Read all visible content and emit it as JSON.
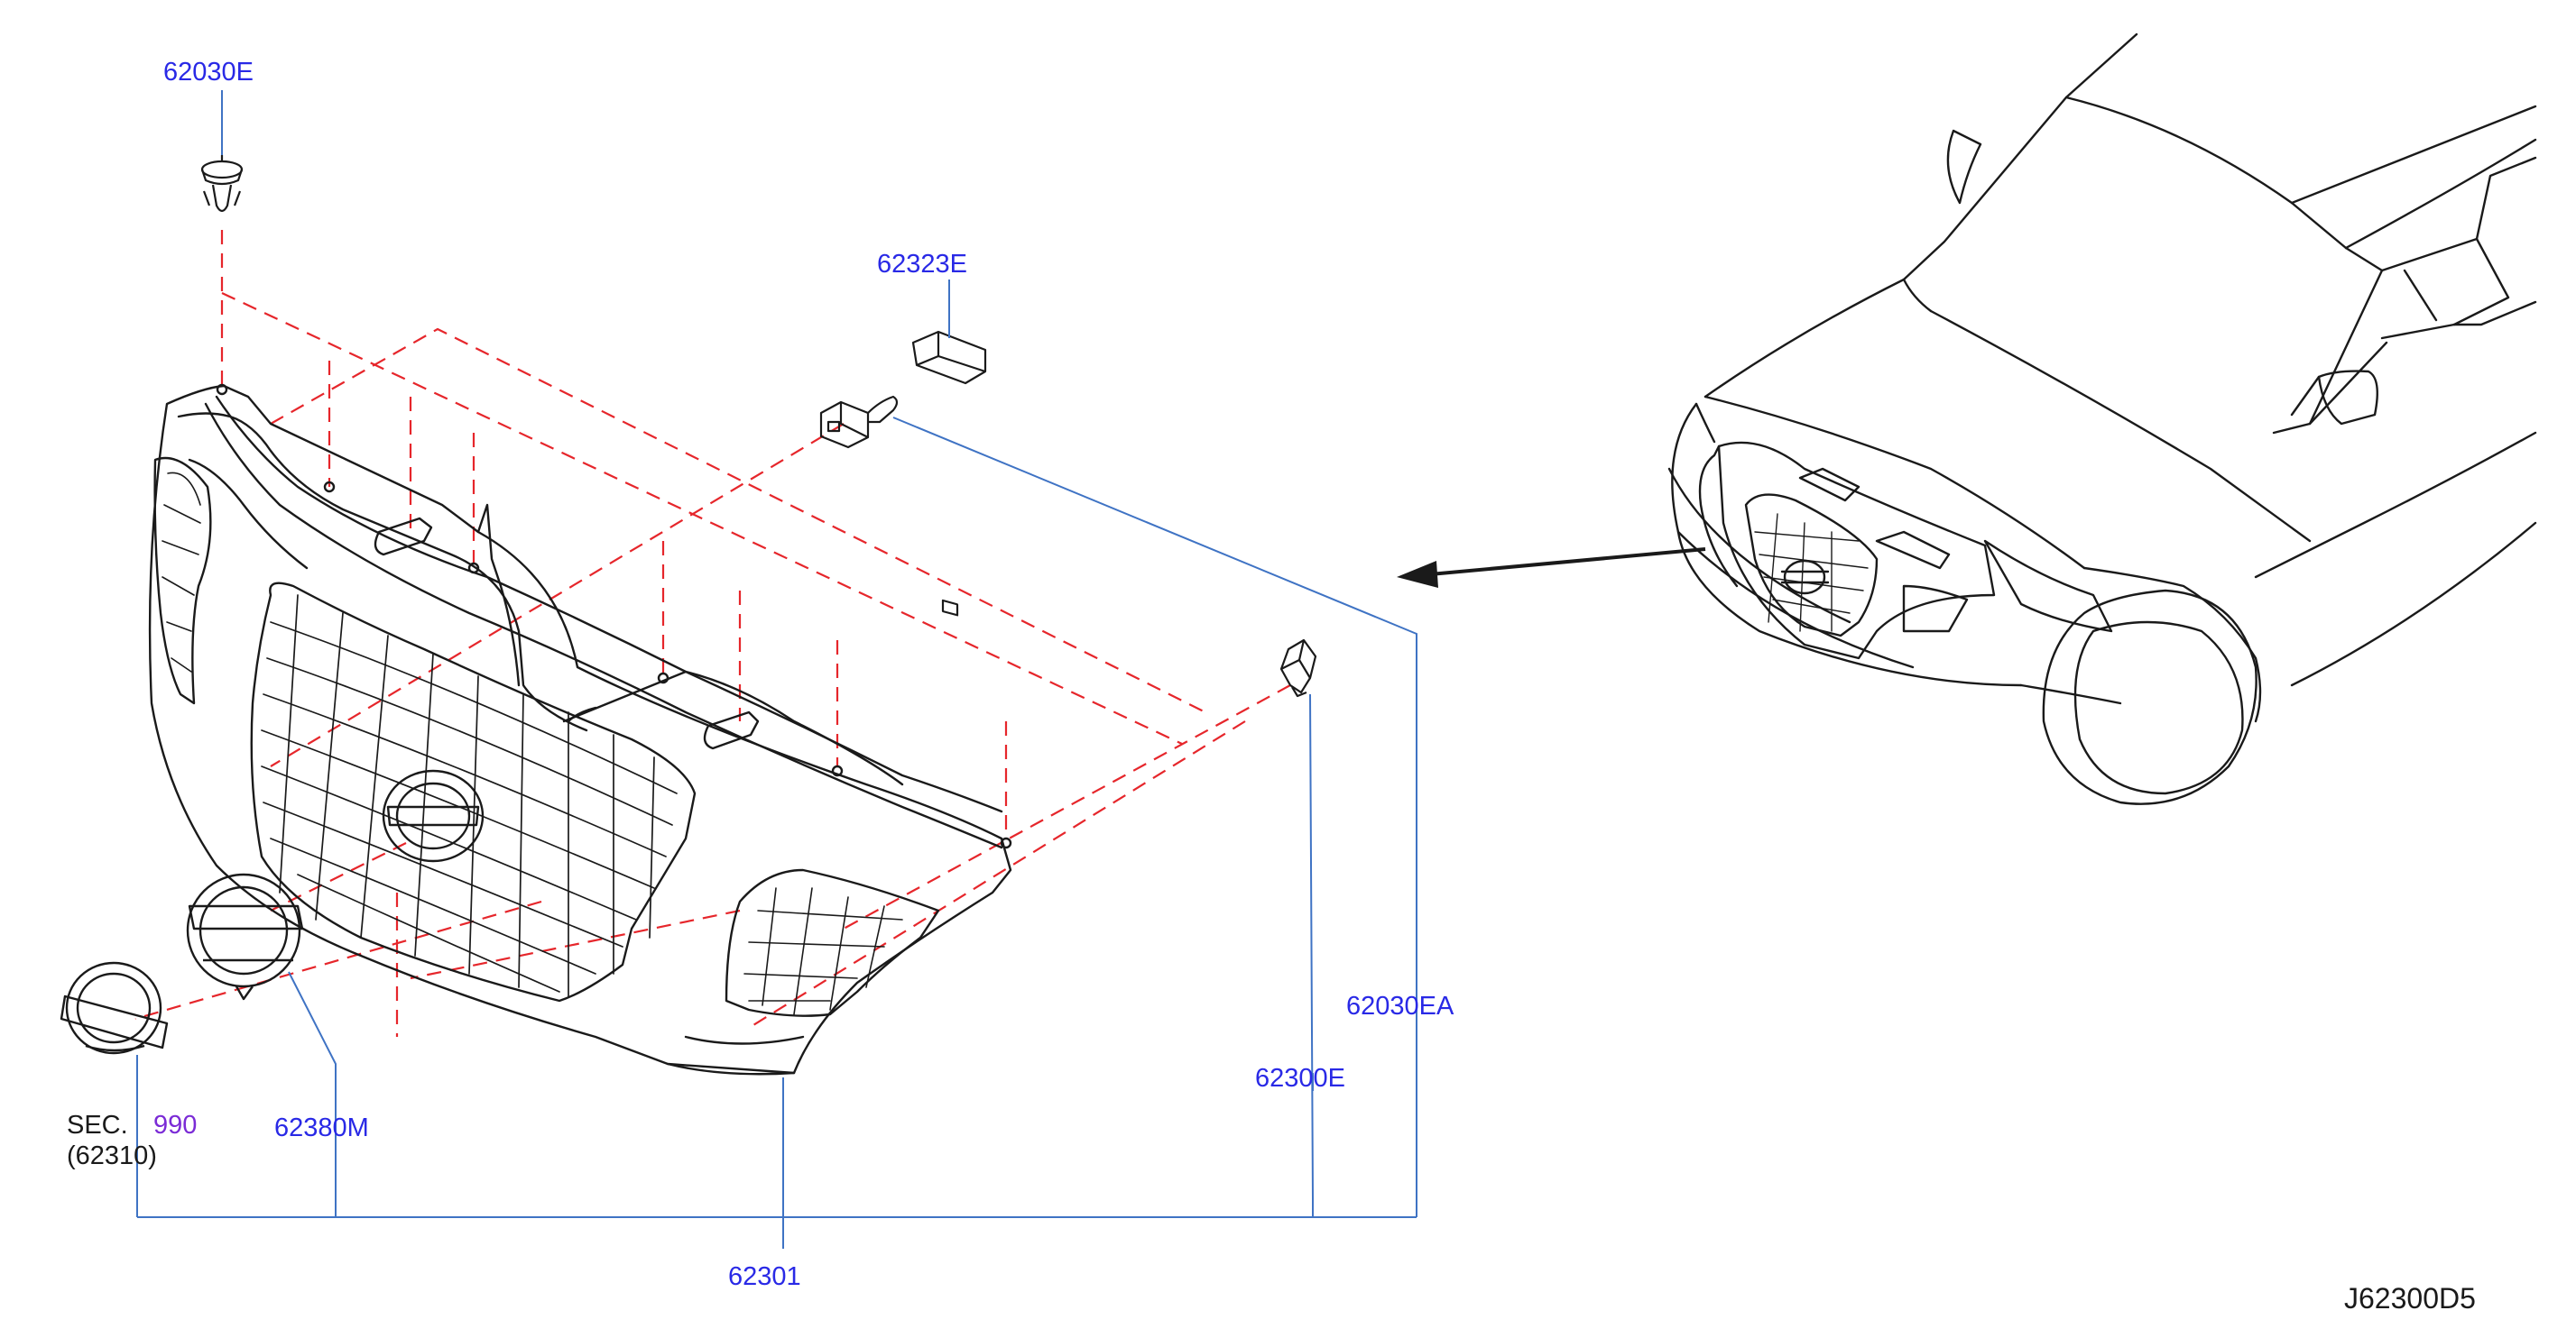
{
  "diagram_id": "J62300D5",
  "section": {
    "prefix": "SEC.",
    "number": "990",
    "sub_part": "(62310)"
  },
  "parts": {
    "clip_top": "62030E",
    "bracket_clip": "62323E",
    "side_clip": "62030EA",
    "retainer": "62300E",
    "emblem": "62380M",
    "grille": "62301"
  },
  "colors": {
    "part_link": "#2929e6",
    "section_link": "#7b2bd6",
    "leader_line": "#3f73c4",
    "dashed_guide": "#e6262b",
    "drawing_line": "#1a1a1a"
  }
}
